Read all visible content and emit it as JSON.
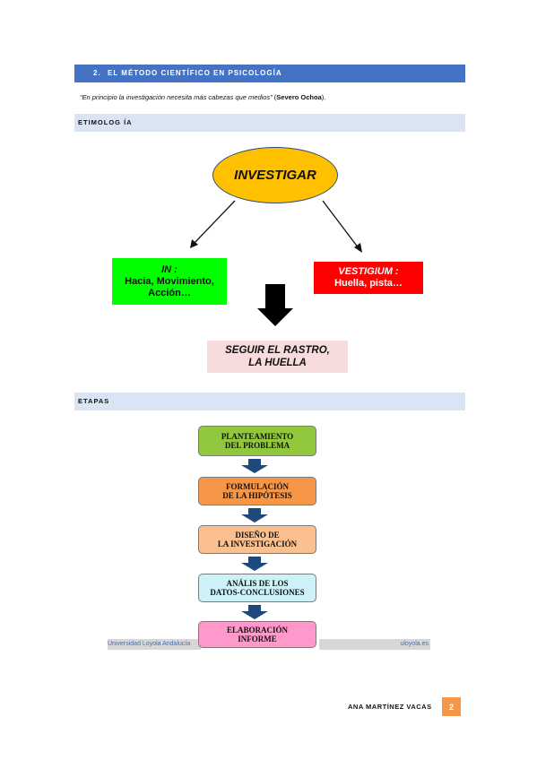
{
  "section": {
    "number": "2.",
    "title": "EL MÉTODO CIENTÍFICO EN PSICOLOGÍA"
  },
  "quote": {
    "text": "“En principio la investigación necesita más cabezas que medios”",
    "author_open": " (",
    "author": "Severo Ochoa",
    "author_close": ")."
  },
  "etimologia": {
    "header": "ETIMOLOG ÍA",
    "root": "INVESTIGAR",
    "left": {
      "title": "IN :",
      "line1": "Hacia, Movimiento,",
      "line2": "Acción…"
    },
    "right": {
      "title": "VESTIGIUM :",
      "line1": "Huella, pista…"
    },
    "result": {
      "line1": "SEGUIR EL RASTRO,",
      "line2": "LA HUELLA"
    }
  },
  "etapas": {
    "header": "ETAPAS",
    "steps": [
      {
        "line1": "PLANTEAMIENTO",
        "line2": "DEL PROBLEMA"
      },
      {
        "line1": "FORMULACIÓN",
        "line2": "DE LA HIPÓTESIS"
      },
      {
        "line1": "DISEÑO DE",
        "line2": "LA INVESTIGACIÓN"
      },
      {
        "line1": "ANÁLIS DE LOS",
        "line2": "DATOS-CONCLUSIONES"
      },
      {
        "line1": "ELABORACIÓN",
        "line2": "INFORME"
      }
    ]
  },
  "slide_footer": {
    "left": "Universidad Loyola Andalucía",
    "right": "uloyola.es"
  },
  "footer": {
    "author": "ANA MARTÍNEZ VACAS",
    "page": "2"
  },
  "colors": {
    "section_blue": "#4472c4",
    "sub_header": "#dbe4f2",
    "ellipse": "#ffc000",
    "green": "#00ff00",
    "red": "#ff0000",
    "pink": "#f6dcdc",
    "page_badge": "#f79646",
    "arrow_blue": "#1f497d"
  },
  "icons": [
    "arrow-down-left-icon",
    "arrow-down-right-icon",
    "big-down-arrow-icon",
    "flow-down-arrow-icon"
  ]
}
